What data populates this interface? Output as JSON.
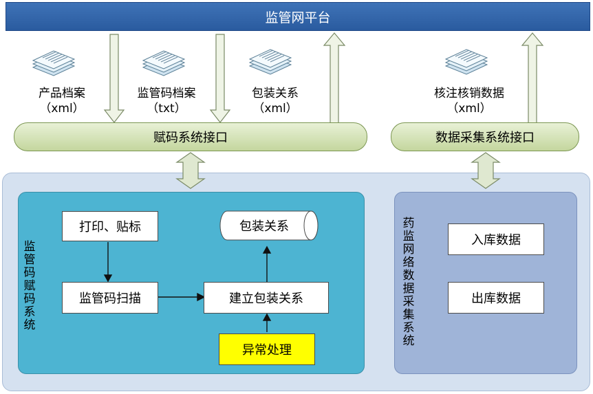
{
  "platform": {
    "title": "监管网平台"
  },
  "documents": [
    {
      "name": "产品档案",
      "format": "（xml）"
    },
    {
      "name": "监管码档案",
      "format": "（txt）"
    },
    {
      "name": "包装关系",
      "format": "（xml）"
    },
    {
      "name": "核注核销数据",
      "format": "（xml）"
    }
  ],
  "interfaces": {
    "coding": "赋码系统接口",
    "collection": "数据采集系统接口"
  },
  "coding_system": {
    "title": "监管码赋码系统",
    "steps": {
      "print": "打印、贴标",
      "scan": "监管码扫描",
      "build": "建立包装关系",
      "exception": "异常处理",
      "package_store": "包装关系"
    }
  },
  "collection_system": {
    "title": "药监网络数据采集系统",
    "items": {
      "inbound": "入库数据",
      "outbound": "出库数据"
    }
  }
}
